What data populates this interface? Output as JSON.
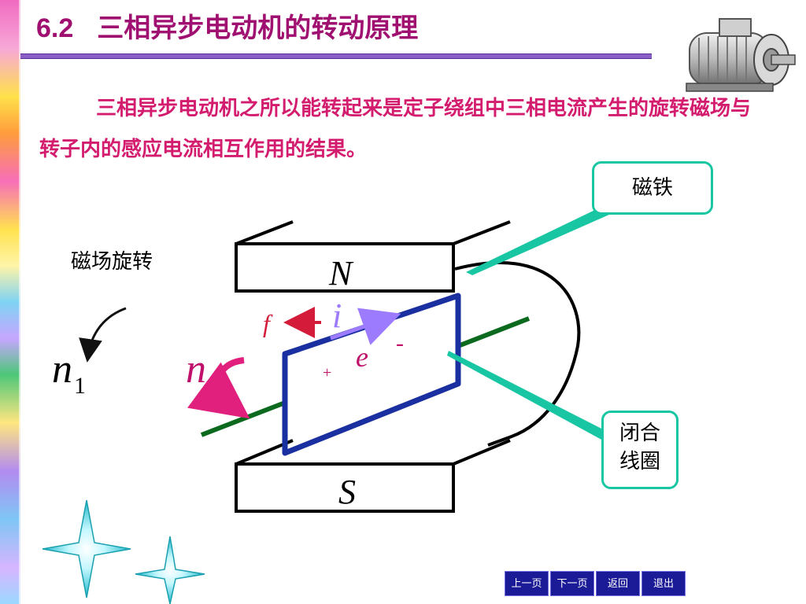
{
  "slide": {
    "number": "6.2",
    "title": "三相异步电动机的转动原理"
  },
  "paragraph": "三相异步电动机之所以能转起来是定子绕组中三相电流产生的旋转磁场与转子内的感应电流相互作用的结果。",
  "diagram": {
    "rotate_label": "磁场旋转",
    "n1_main": "n",
    "n1_sub": "1",
    "n_label": "n",
    "north": "N",
    "south": "S",
    "force": "f",
    "current": "i",
    "emf": "e",
    "plus": "+",
    "minus": "-",
    "magnet_callout": "磁铁",
    "coil_callout_line1": "闭合",
    "coil_callout_line2": "线圈",
    "colors": {
      "coil": "#1a2fa0",
      "axle": "#0c6a1e",
      "current_arrow": "#9d7bff",
      "rotation_arrow": "#e0207c",
      "callout": "#19c6a3",
      "label_magenta": "#c0106a"
    }
  },
  "nav": {
    "prev": "上一页",
    "next": "下一页",
    "back": "返回",
    "exit": "退出"
  }
}
